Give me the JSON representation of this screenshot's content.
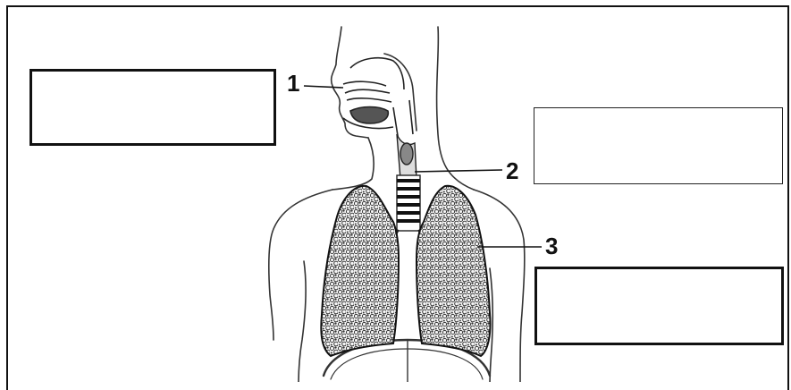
{
  "labels": {
    "one": "1",
    "two": "2",
    "three": "3"
  },
  "answer_boxes": [
    "",
    "",
    ""
  ],
  "colors": {
    "ink": "#111111",
    "paper": "#ffffff"
  }
}
